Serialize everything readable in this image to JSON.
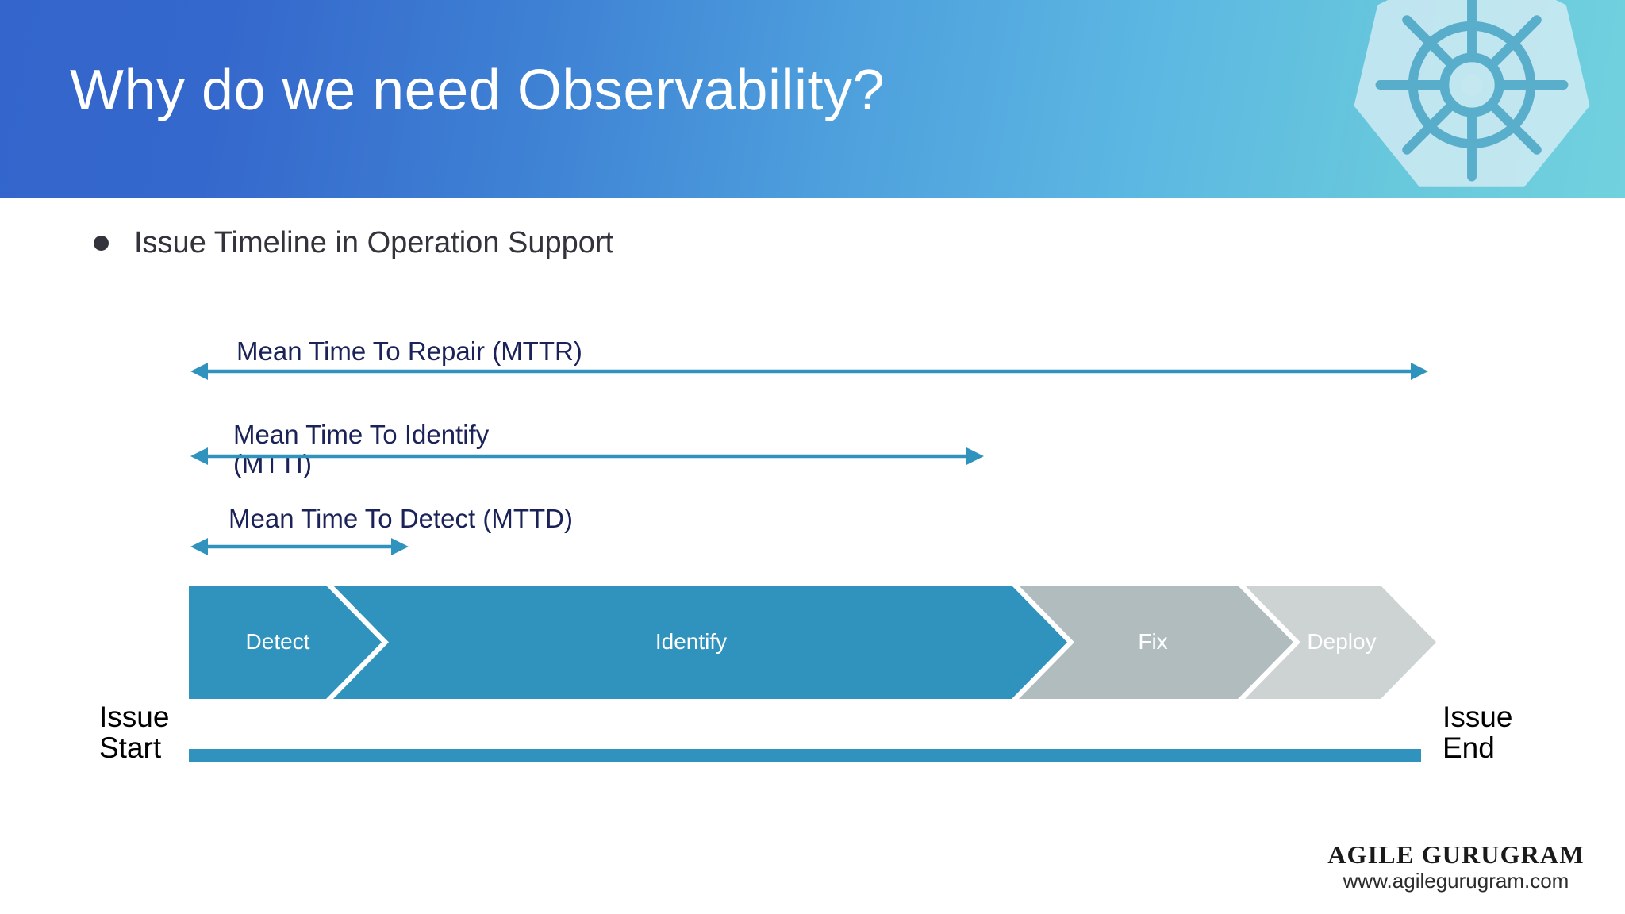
{
  "header": {
    "title": "Why do we need Observability?",
    "logo_name": "kubernetes-logo",
    "gradient_start": "#3365CC",
    "gradient_end": "#72D1DE"
  },
  "body": {
    "bullet": "Issue Timeline in Operation Support"
  },
  "metrics": [
    {
      "key": "mttr",
      "label": "Mean Time To Repair (MTTR)",
      "arrow_direction": "both",
      "color": "#3093BE",
      "text_color": "#1b2258"
    },
    {
      "key": "mtti",
      "label": "Mean Time To Identify\n(MTTI)",
      "arrow_direction": "both",
      "color": "#3093BE",
      "text_color": "#1b2258"
    },
    {
      "key": "mttd",
      "label": "Mean Time To Detect (MTTD)",
      "arrow_direction": "both",
      "color": "#3093BE",
      "text_color": "#1b2258"
    }
  ],
  "process": {
    "steps": [
      {
        "label": "Detect",
        "fill": "#3093BE",
        "text_color": "#ffffff"
      },
      {
        "label": "Identify",
        "fill": "#3093BE",
        "text_color": "#ffffff"
      },
      {
        "label": "Fix",
        "fill": "#B1BCBF",
        "text_color": "#ffffff"
      },
      {
        "label": "Deploy",
        "fill": "#CDD3D2",
        "text_color": "#ffffff"
      }
    ]
  },
  "timeline": {
    "start_label": "Issue\nStart",
    "end_label": "Issue\nEnd",
    "bar_color": "#3093BE"
  },
  "footer": {
    "brand": "AGILE GURUGRAM",
    "url": "www.agilegurugram.com"
  }
}
